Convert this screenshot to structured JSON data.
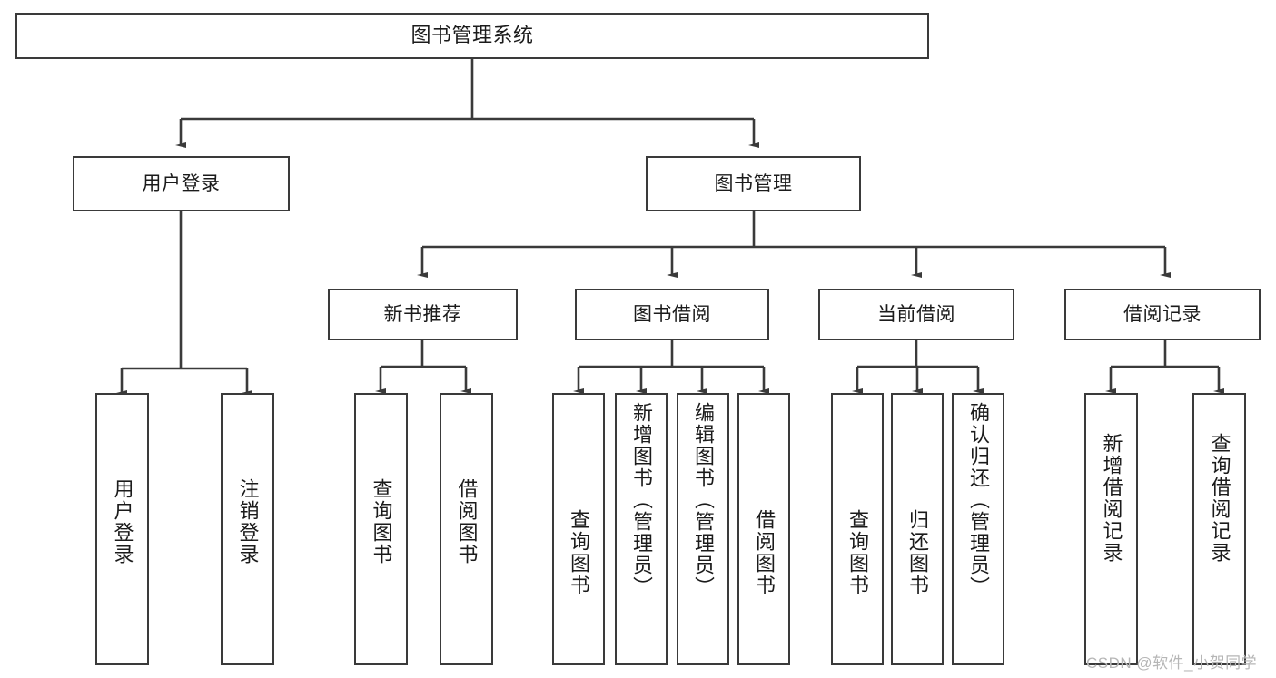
{
  "diagram": {
    "title": "图书管理系统",
    "type": "hierarchy-tree",
    "root": {
      "label": "图书管理系统"
    },
    "level1": [
      {
        "label": "用户登录"
      },
      {
        "label": "图书管理"
      }
    ],
    "level2": [
      {
        "label": "新书推荐",
        "parent": "图书管理"
      },
      {
        "label": "图书借阅",
        "parent": "图书管理"
      },
      {
        "label": "当前借阅",
        "parent": "图书管理"
      },
      {
        "label": "借阅记录",
        "parent": "图书管理"
      }
    ],
    "leaves": {
      "user_login": [
        {
          "label": "用户登录"
        },
        {
          "label": "注销登录"
        }
      ],
      "new_book": [
        {
          "label": "查询图书"
        },
        {
          "label": "借阅图书"
        }
      ],
      "book_borrow": [
        {
          "label": "查询图书"
        },
        {
          "label": "新增图书（管理员）"
        },
        {
          "label": "编辑图书（管理员）"
        },
        {
          "label": "借阅图书"
        }
      ],
      "current_borrow": [
        {
          "label": "查询图书"
        },
        {
          "label": "归还图书"
        },
        {
          "label": "确认归还（管理员）"
        }
      ],
      "borrow_record": [
        {
          "label": "新增借阅记录"
        },
        {
          "label": "查询借阅记录"
        }
      ]
    }
  },
  "watermark": {
    "text": "CSDN @软件_小贺同学"
  },
  "colors": {
    "stroke": "#3a3a3a",
    "box_fill": "#ffffff",
    "text": "#1b1b1b",
    "watermark": "#b6b6b6"
  }
}
